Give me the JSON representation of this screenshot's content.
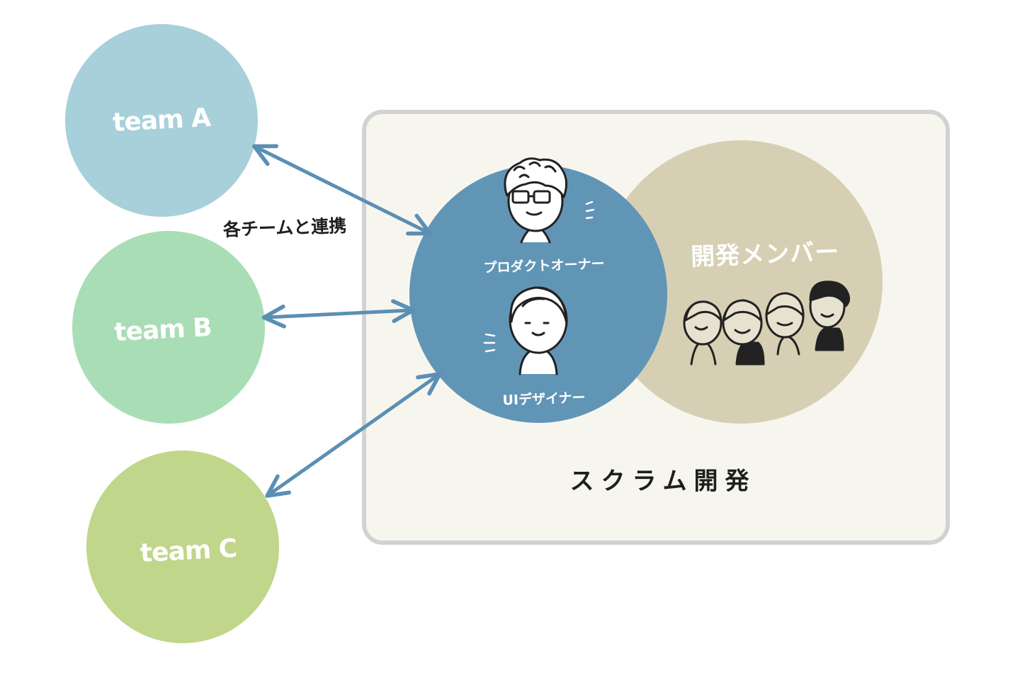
{
  "teams": [
    {
      "label": "team A",
      "color": "#a8d0da"
    },
    {
      "label": "team B",
      "color": "#a9ddb6"
    },
    {
      "label": "team C",
      "color": "#c0d68a"
    }
  ],
  "collaboration_label": "各チームと連携",
  "scrum": {
    "label": "スクラム開発",
    "frame_color": "#f7f6ee",
    "frame_border": "#d2d2d2"
  },
  "product_circle": {
    "color": "#6195b6",
    "roles": [
      "プロダクトオーナー",
      "UIデザイナー"
    ]
  },
  "dev_circle": {
    "color": "#d6cfb3",
    "label": "開発メンバー"
  },
  "arrow_color": "#5b8fb4",
  "ink_color": "#222222"
}
